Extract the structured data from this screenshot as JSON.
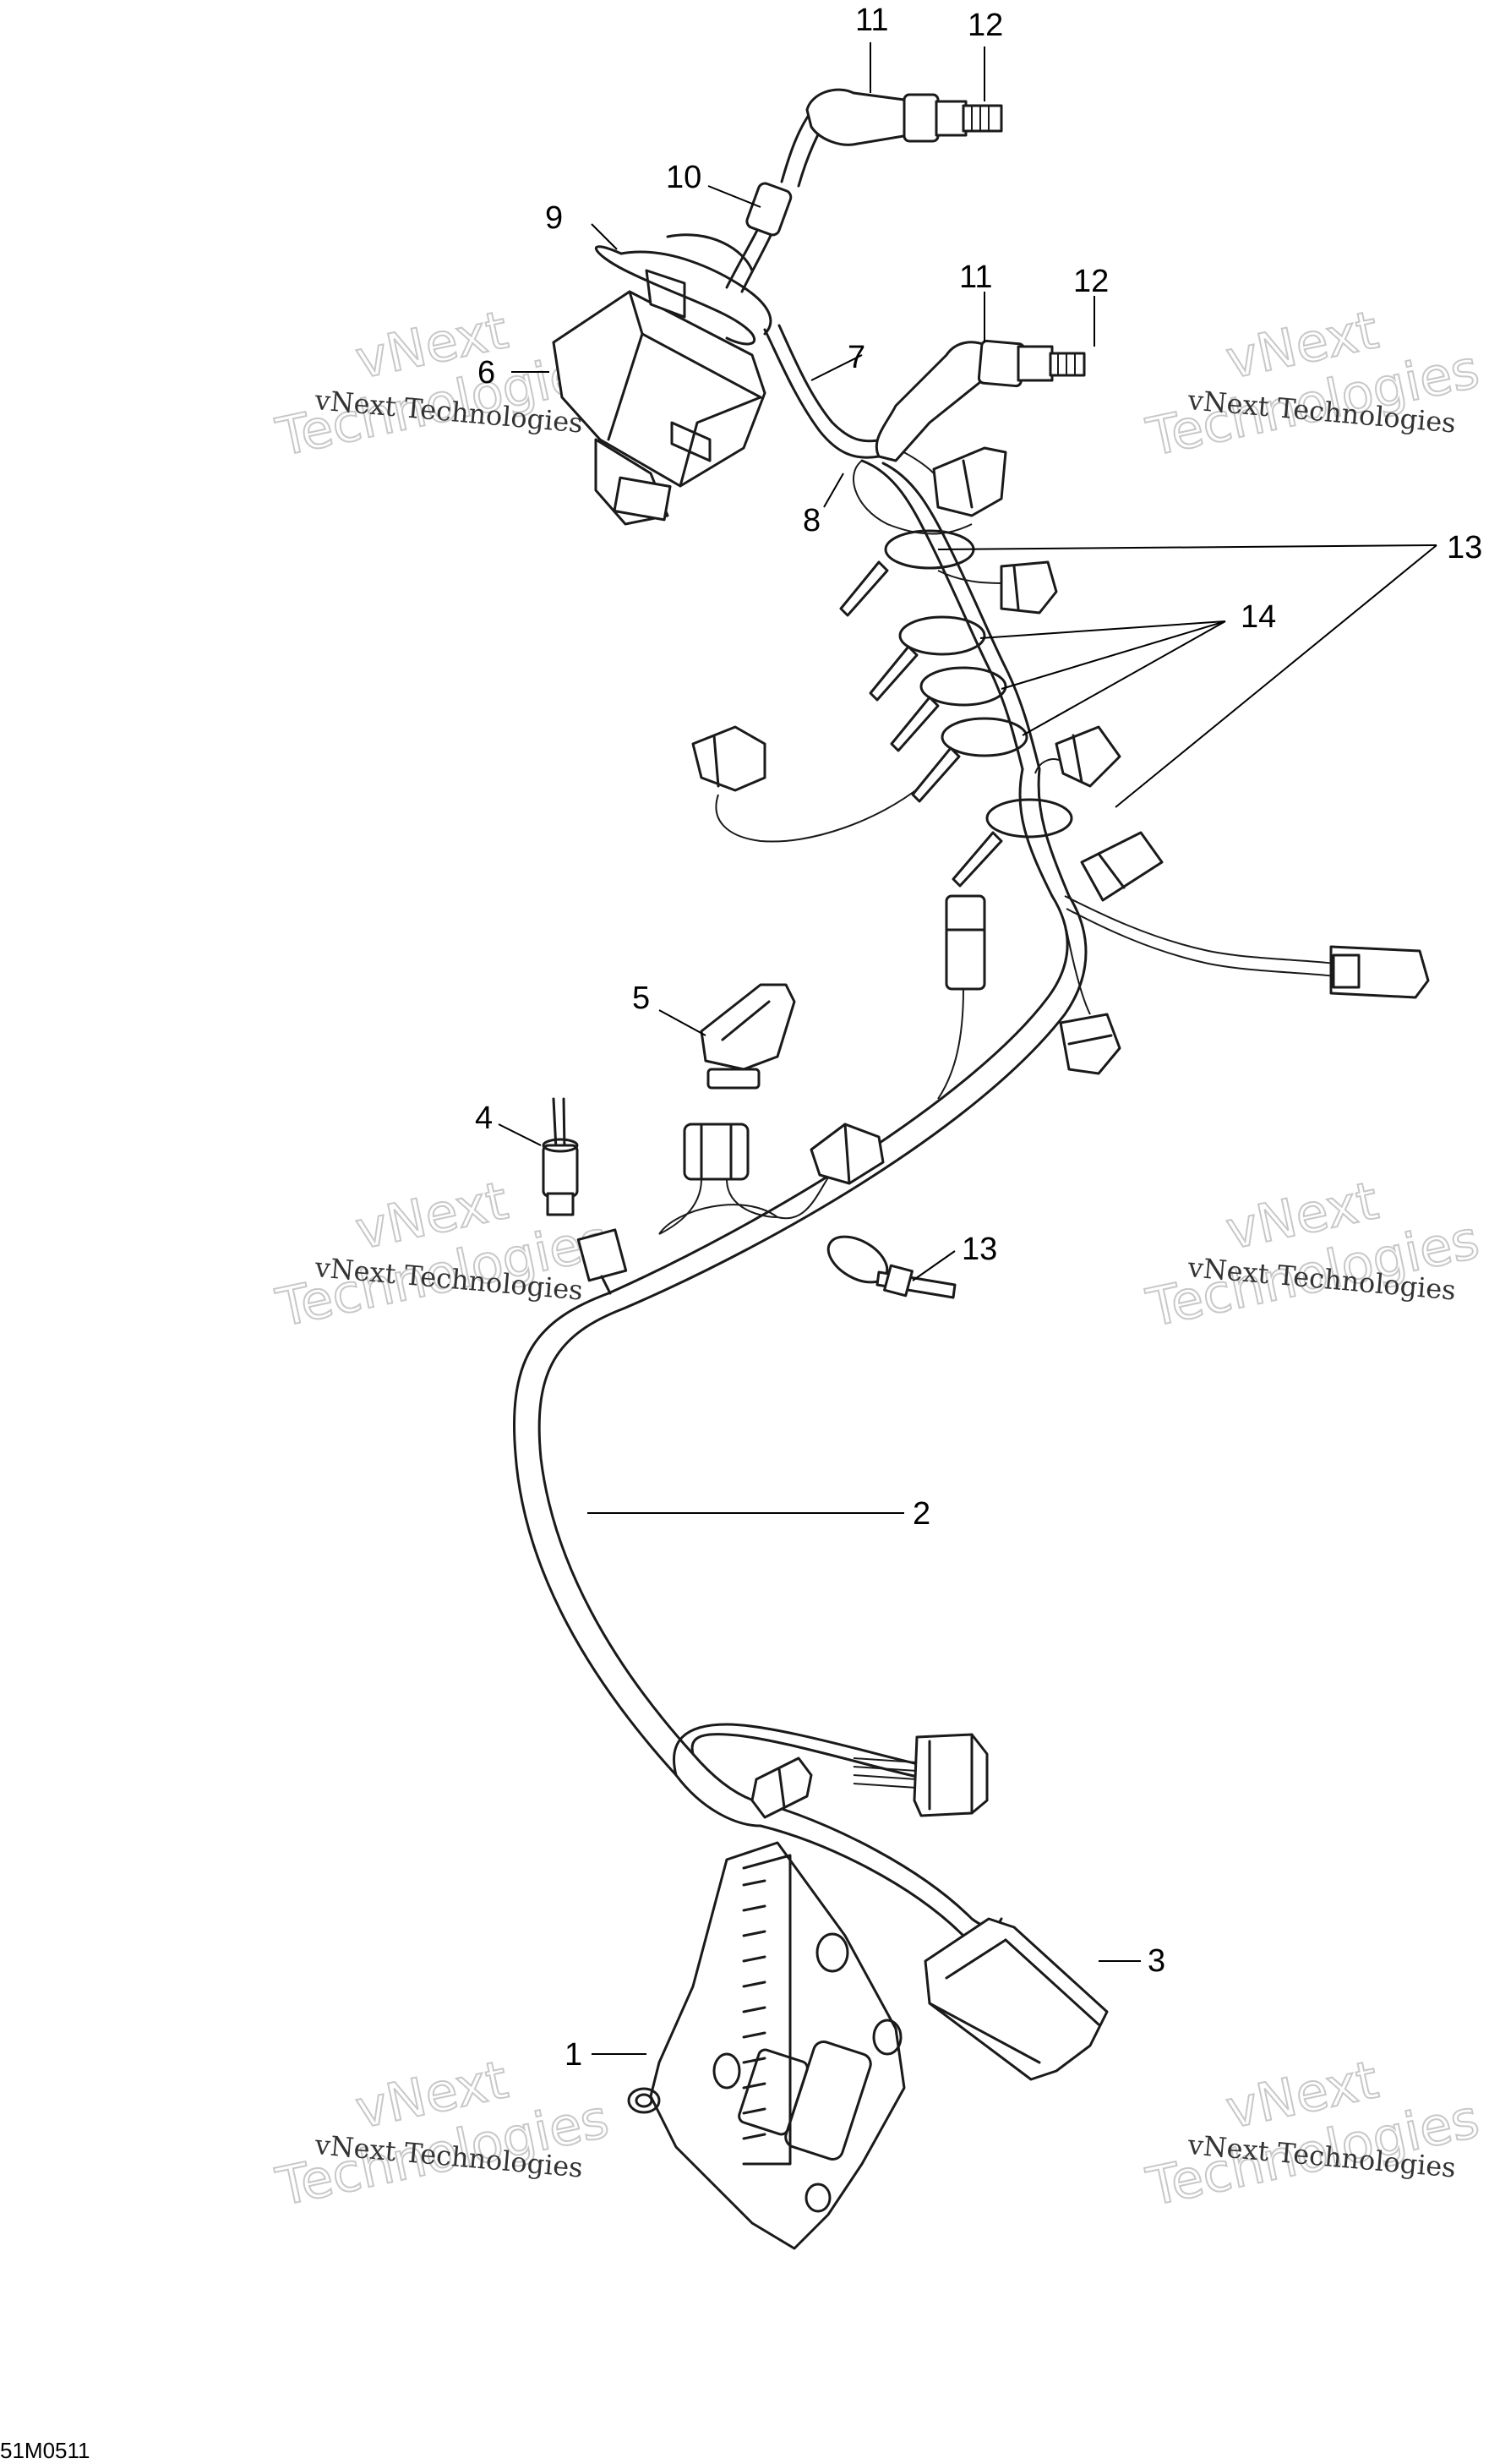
{
  "diagram": {
    "code": "51M0511",
    "callouts": [
      "1",
      "2",
      "3",
      "4",
      "5",
      "6",
      "7",
      "8",
      "9",
      "10",
      "11",
      "12",
      "11",
      "12",
      "13",
      "13",
      "14"
    ],
    "watermark": {
      "line1": "vNext Technologies",
      "line2a": "vNext",
      "line2b": "Technologies"
    }
  }
}
